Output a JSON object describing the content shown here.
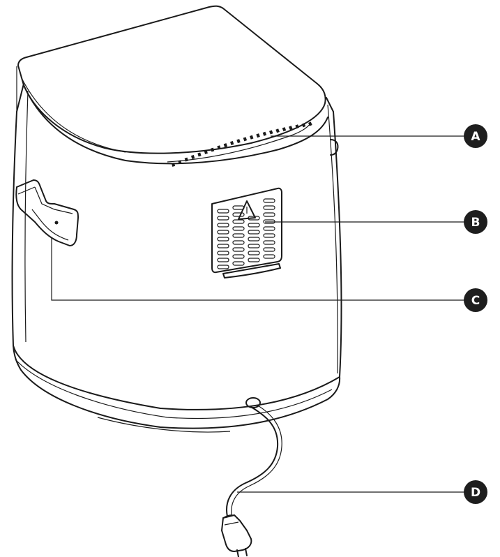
{
  "labels": {
    "a": "A",
    "b": "B",
    "c": "C",
    "d": "D"
  },
  "colors": {
    "line": "#1a1a1a",
    "badge": "#1e1e1e",
    "fill": "#ffffff"
  }
}
